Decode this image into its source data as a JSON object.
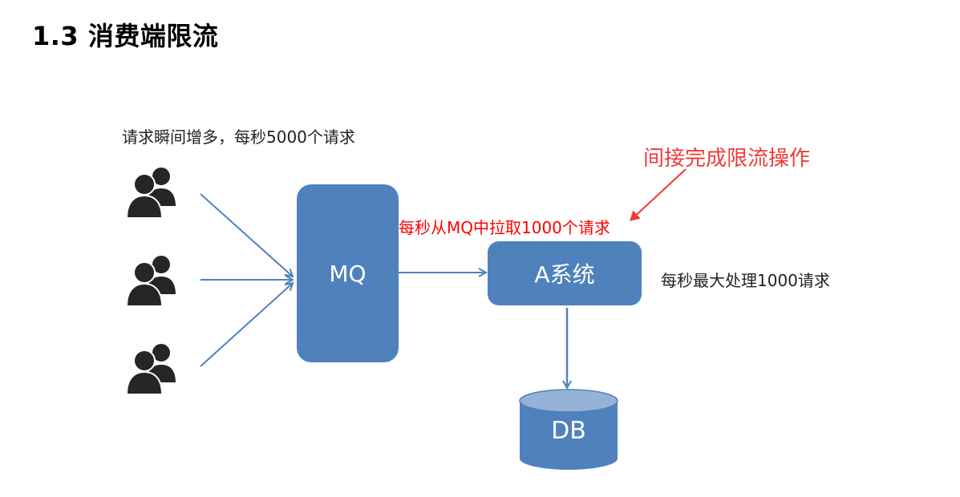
{
  "page": {
    "title": "1.3 消费端限流"
  },
  "users": {
    "label": "请求瞬间增多，每秒5000个请求"
  },
  "nodes": {
    "mq": "MQ",
    "a_system": "A系统",
    "db": "DB"
  },
  "labels": {
    "pull_rate": "每秒从MQ中拉取1000个请求",
    "capacity": "每秒最大处理1000请求",
    "annotation": "间接完成限流操作"
  },
  "colors": {
    "box": "#4f81bd",
    "db_top": "#95b3d7",
    "arrow": "#4f81bd",
    "annotation": "#f03a3a",
    "user_icon": "#262626"
  }
}
